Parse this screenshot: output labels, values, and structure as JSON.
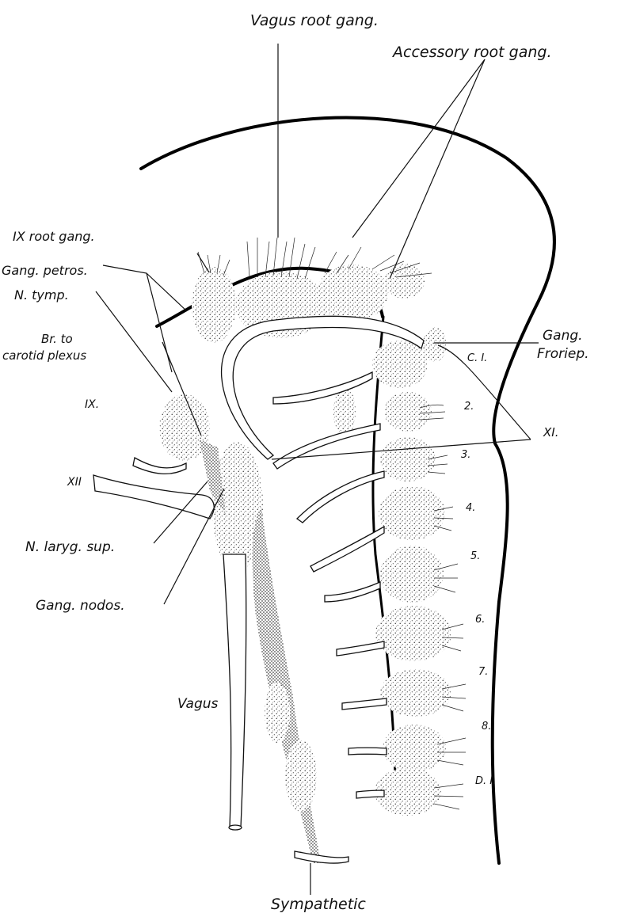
{
  "labels": {
    "vagus_root_gang": "Vagus root gang.",
    "accessory_root_gang": "Accessory root gang.",
    "ix_root_gang": "IX root gang.",
    "gang_petros": "Gang. petros.",
    "n_tymp": "N. tymp.",
    "br_to": "Br. to",
    "carotid_plexus": "carotid plexus",
    "ix": "IX.",
    "xii": "XII",
    "n_laryg_sup": "N. laryg. sup.",
    "gang_nodos": "Gang. nodos.",
    "vagus": "Vagus",
    "sympathetic": "Sympathetic",
    "gang": "Gang.",
    "froriep": "Froriep.",
    "xi": "XI."
  },
  "segments": [
    "C. I.",
    "2.",
    "3.",
    "4.",
    "5.",
    "6.",
    "7.",
    "8.",
    "D. I."
  ]
}
